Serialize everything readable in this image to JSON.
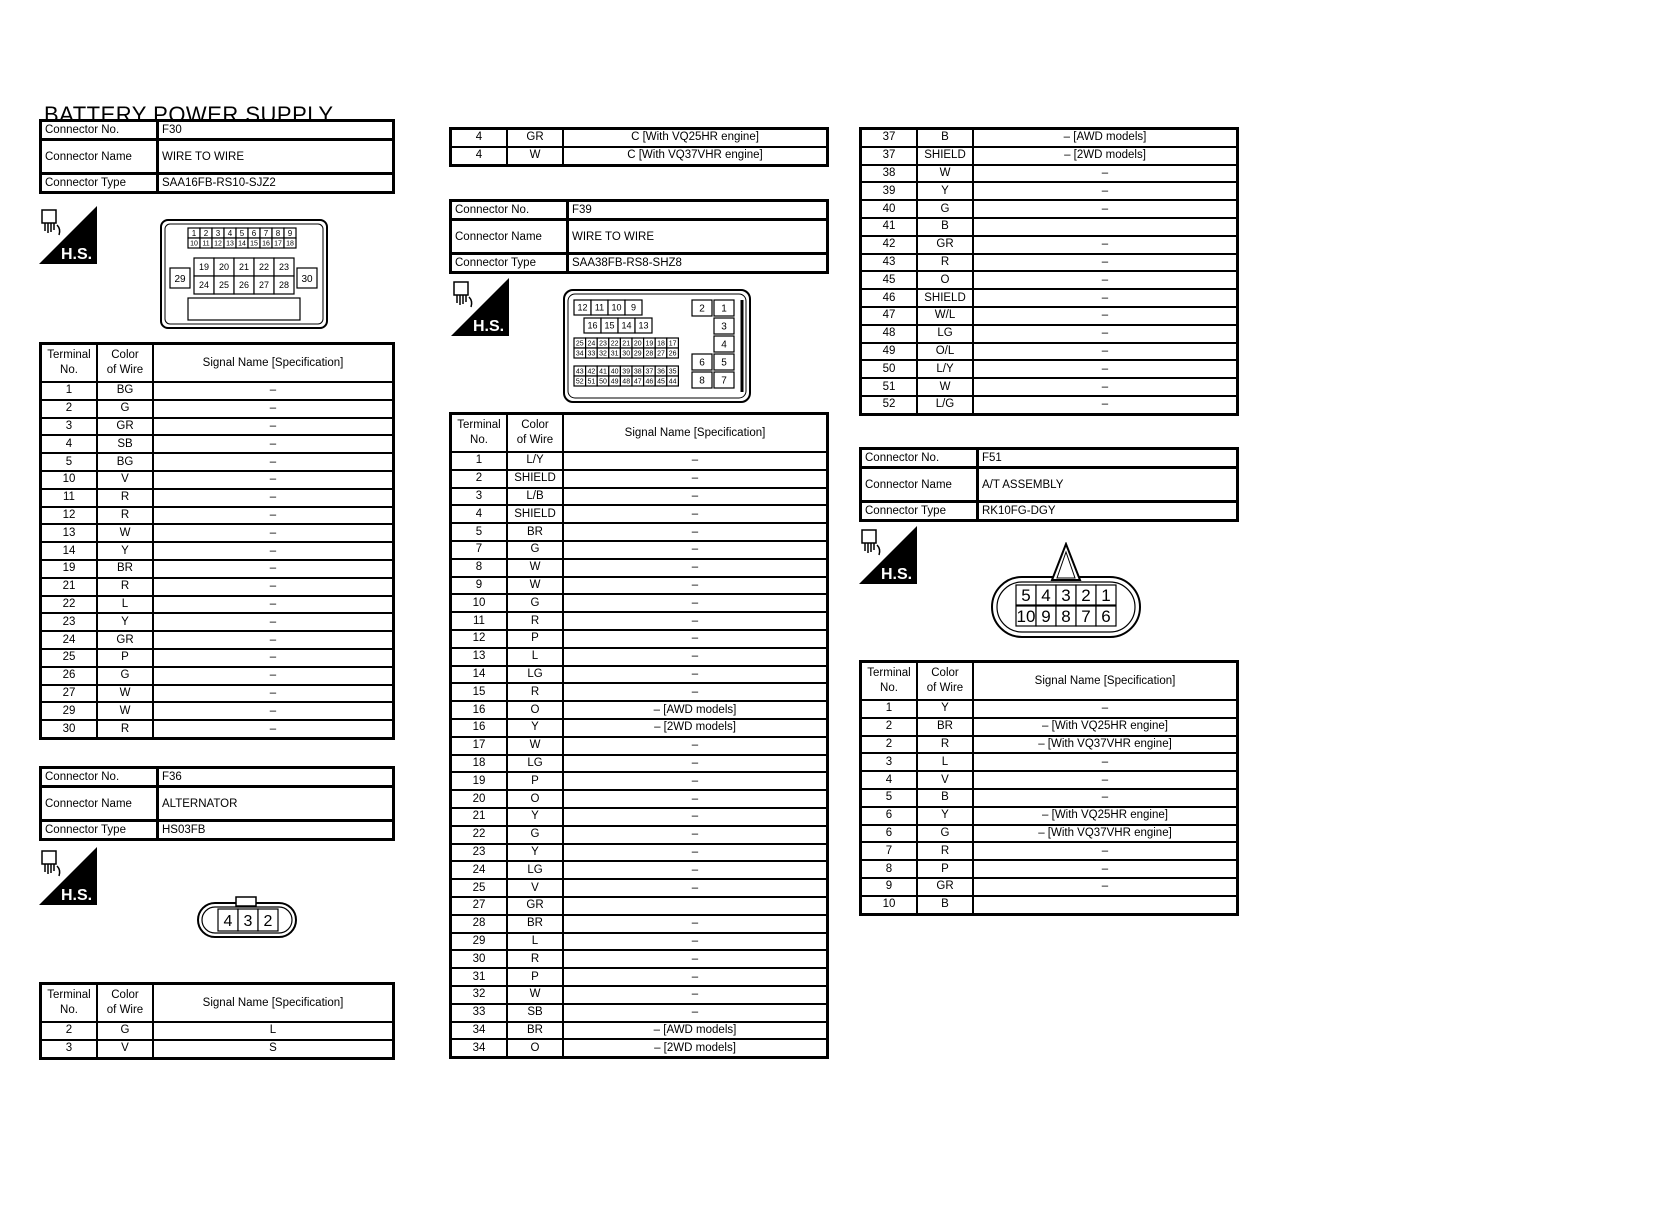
{
  "page_title": "BATTERY POWER SUPPLY",
  "labels": {
    "connector_no": "Connector No.",
    "connector_name": "Connector Name",
    "connector_type": "Connector Type",
    "terminal_no_line1": "Terminal",
    "terminal_no_line2": "No.",
    "color_line1": "Color",
    "color_line2": "of Wire",
    "signal_name": "Signal Name [Specification]",
    "hs_badge": "H.S."
  },
  "f30": {
    "connector_no": "F30",
    "connector_name": "WIRE TO WIRE",
    "connector_type": "SAA16FB-RS10-SJZ2",
    "pins_row1": [
      "1",
      "2",
      "3",
      "4",
      "5",
      "6",
      "7",
      "8",
      "9"
    ],
    "pins_row2": [
      "10",
      "11",
      "12",
      "13",
      "14",
      "15",
      "16",
      "17",
      "18"
    ],
    "pins_row3": [
      "19",
      "20",
      "21",
      "22",
      "23"
    ],
    "pins_row4": [
      "24",
      "25",
      "26",
      "27",
      "28"
    ],
    "pin_left": "29",
    "pin_right": "30",
    "rows": [
      [
        "1",
        "BG",
        "–"
      ],
      [
        "2",
        "G",
        "–"
      ],
      [
        "3",
        "GR",
        "–"
      ],
      [
        "4",
        "SB",
        "–"
      ],
      [
        "5",
        "BG",
        "–"
      ],
      [
        "10",
        "V",
        "–"
      ],
      [
        "11",
        "R",
        "–"
      ],
      [
        "12",
        "R",
        "–"
      ],
      [
        "13",
        "W",
        "–"
      ],
      [
        "14",
        "Y",
        "–"
      ],
      [
        "19",
        "BR",
        "–"
      ],
      [
        "21",
        "R",
        "–"
      ],
      [
        "22",
        "L",
        "–"
      ],
      [
        "23",
        "Y",
        "–"
      ],
      [
        "24",
        "GR",
        "–"
      ],
      [
        "25",
        "P",
        "–"
      ],
      [
        "26",
        "G",
        "–"
      ],
      [
        "27",
        "W",
        "–"
      ],
      [
        "29",
        "W",
        "–"
      ],
      [
        "30",
        "R",
        "–"
      ]
    ]
  },
  "f36": {
    "connector_no": "F36",
    "connector_name": "ALTERNATOR",
    "connector_type": "HS03FB",
    "pins": [
      "4",
      "3",
      "2"
    ],
    "rows": [
      [
        "2",
        "G",
        "L"
      ],
      [
        "3",
        "V",
        "S"
      ]
    ]
  },
  "f39_top_rows": [
    [
      "4",
      "GR",
      "C [With VQ25HR engine]"
    ],
    [
      "4",
      "W",
      "C [With VQ37VHR engine]"
    ]
  ],
  "f39": {
    "connector_no": "F39",
    "connector_name": "WIRE TO WIRE",
    "connector_type": "SAA38FB-RS8-SHZ8",
    "pins_a": [
      "12",
      "11",
      "10",
      "9"
    ],
    "pins_b": [
      "16",
      "15",
      "14",
      "13"
    ],
    "pins_c": [
      "25",
      "24",
      "23",
      "22",
      "21",
      "20",
      "19",
      "18",
      "17"
    ],
    "pins_d": [
      "34",
      "33",
      "32",
      "31",
      "30",
      "29",
      "28",
      "27",
      "26"
    ],
    "pins_e": [
      "43",
      "42",
      "41",
      "40",
      "39",
      "38",
      "37",
      "36",
      "35"
    ],
    "pins_f": [
      "52",
      "51",
      "50",
      "49",
      "48",
      "47",
      "46",
      "45",
      "44"
    ],
    "pins_right": [
      "2",
      "1",
      "3",
      "4",
      "6",
      "5",
      "8",
      "7"
    ],
    "rows": [
      [
        "1",
        "L/Y",
        "–"
      ],
      [
        "2",
        "SHIELD",
        "–"
      ],
      [
        "3",
        "L/B",
        "–"
      ],
      [
        "4",
        "SHIELD",
        "–"
      ],
      [
        "5",
        "BR",
        "–"
      ],
      [
        "7",
        "G",
        "–"
      ],
      [
        "8",
        "W",
        "–"
      ],
      [
        "9",
        "W",
        "–"
      ],
      [
        "10",
        "G",
        "–"
      ],
      [
        "11",
        "R",
        "–"
      ],
      [
        "12",
        "P",
        "–"
      ],
      [
        "13",
        "L",
        "–"
      ],
      [
        "14",
        "LG",
        "–"
      ],
      [
        "15",
        "R",
        "–"
      ],
      [
        "16",
        "O",
        "– [AWD models]"
      ],
      [
        "16",
        "Y",
        "– [2WD models]"
      ],
      [
        "17",
        "W",
        "–"
      ],
      [
        "18",
        "LG",
        "–"
      ],
      [
        "19",
        "P",
        "–"
      ],
      [
        "20",
        "O",
        "–"
      ],
      [
        "21",
        "Y",
        "–"
      ],
      [
        "22",
        "G",
        "–"
      ],
      [
        "23",
        "Y",
        "–"
      ],
      [
        "24",
        "LG",
        "–"
      ],
      [
        "25",
        "V",
        "–"
      ],
      [
        "27",
        "GR",
        ""
      ],
      [
        "28",
        "BR",
        "–"
      ],
      [
        "29",
        "L",
        "–"
      ],
      [
        "30",
        "R",
        "–"
      ],
      [
        "31",
        "P",
        "–"
      ],
      [
        "32",
        "W",
        "–"
      ],
      [
        "33",
        "SB",
        "–"
      ],
      [
        "34",
        "BR",
        "– [AWD models]"
      ],
      [
        "34",
        "O",
        "– [2WD models]"
      ]
    ],
    "rows_cont": [
      [
        "37",
        "B",
        "– [AWD models]"
      ],
      [
        "37",
        "SHIELD",
        "– [2WD models]"
      ],
      [
        "38",
        "W",
        "–"
      ],
      [
        "39",
        "Y",
        "–"
      ],
      [
        "40",
        "G",
        "–"
      ],
      [
        "41",
        "B",
        ""
      ],
      [
        "42",
        "GR",
        "–"
      ],
      [
        "43",
        "R",
        "–"
      ],
      [
        "45",
        "O",
        "–"
      ],
      [
        "46",
        "SHIELD",
        "–"
      ],
      [
        "47",
        "W/L",
        "–"
      ],
      [
        "48",
        "LG",
        "–"
      ],
      [
        "49",
        "O/L",
        "–"
      ],
      [
        "50",
        "L/Y",
        "–"
      ],
      [
        "51",
        "W",
        "–"
      ],
      [
        "52",
        "L/G",
        "–"
      ]
    ]
  },
  "f51": {
    "connector_no": "F51",
    "connector_name": "A/T ASSEMBLY",
    "connector_type": "RK10FG-DGY",
    "pins_top": [
      "5",
      "4",
      "3",
      "2",
      "1"
    ],
    "pins_bottom": [
      "10",
      "9",
      "8",
      "7",
      "6"
    ],
    "rows": [
      [
        "1",
        "Y",
        "–"
      ],
      [
        "2",
        "BR",
        "– [With VQ25HR engine]"
      ],
      [
        "2",
        "R",
        "– [With VQ37VHR engine]"
      ],
      [
        "3",
        "L",
        "–"
      ],
      [
        "4",
        "V",
        "–"
      ],
      [
        "5",
        "B",
        "–"
      ],
      [
        "6",
        "Y",
        "– [With VQ25HR engine]"
      ],
      [
        "6",
        "G",
        "– [With VQ37VHR engine]"
      ],
      [
        "7",
        "R",
        "–"
      ],
      [
        "8",
        "P",
        "–"
      ],
      [
        "9",
        "GR",
        "–"
      ],
      [
        "10",
        "B",
        ""
      ]
    ]
  }
}
